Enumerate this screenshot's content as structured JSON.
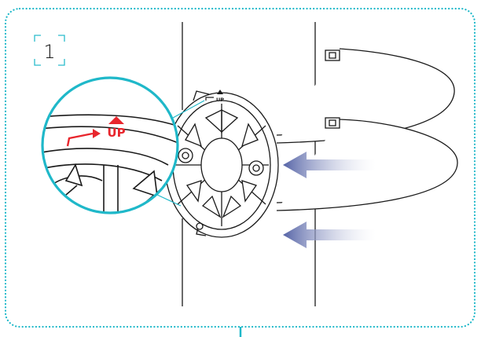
{
  "step": {
    "number": "1"
  },
  "labels": {
    "zoom_up": "UP",
    "plate_up": "UP"
  },
  "colors": {
    "frame_border": "#1fb8c9",
    "zoom_ring": "#1fb8c9",
    "up_marker": "#e8262d",
    "arrow_start": "#ffffff",
    "arrow_end": "#5563a6",
    "line_art": "#1a1a1a",
    "bracket": "#2bbccc"
  },
  "icons": {
    "direction_arrows": "arrow-left-icon",
    "up_marker": "up-triangle-icon",
    "rotate_marker": "rotate-arrow-icon"
  }
}
